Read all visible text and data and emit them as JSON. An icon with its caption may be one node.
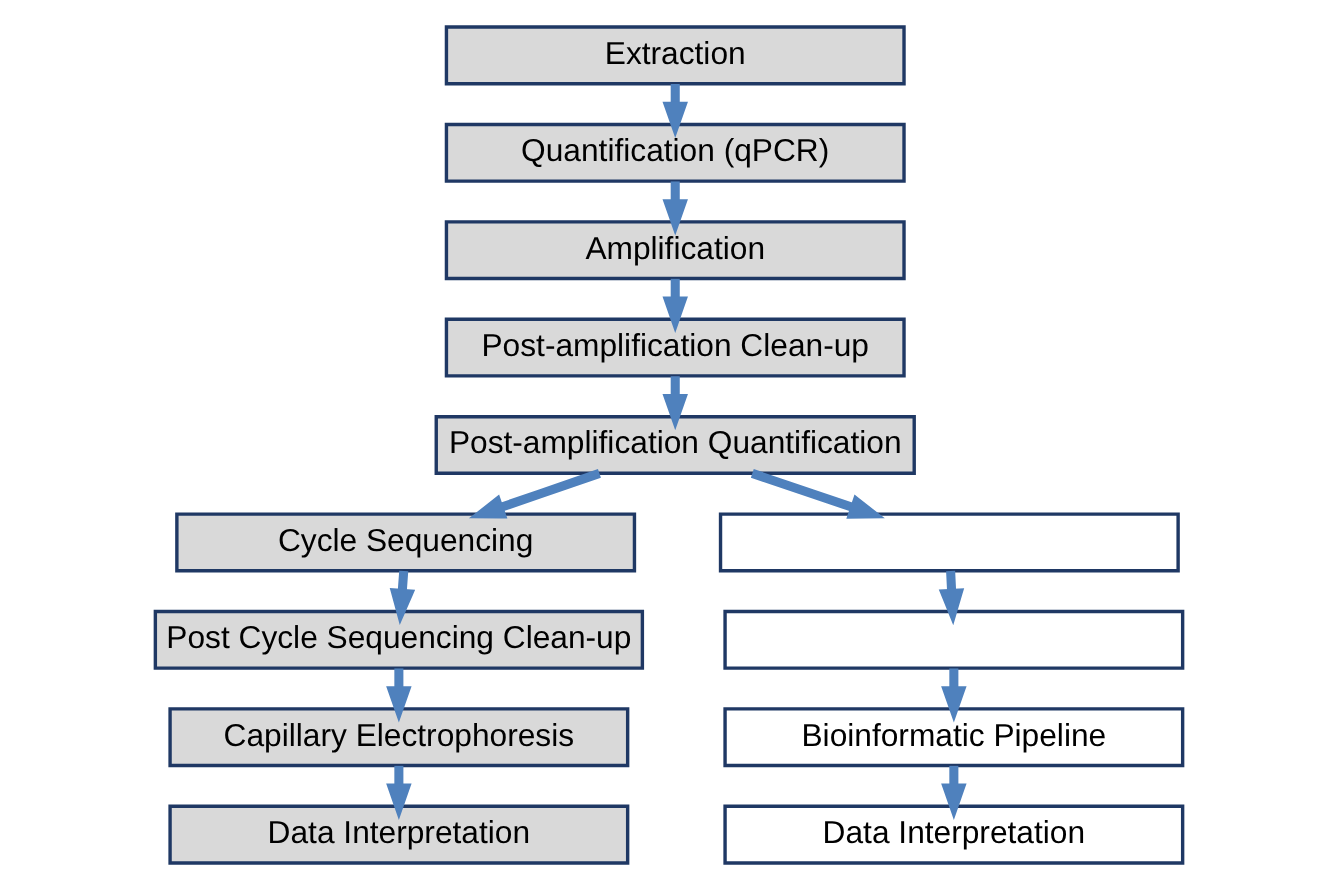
{
  "diagram": {
    "nodes": [
      {
        "text": [
          "Extraction"
        ]
      },
      {
        "text": [
          "Quantification (qPCR)"
        ]
      },
      {
        "text": [
          "Amplification"
        ]
      },
      {
        "text": [
          "Post-amplification Clean-up"
        ]
      },
      {
        "text": [
          "Post-amplification Quantification"
        ]
      },
      {
        "text": [
          "Cycle Sequencing"
        ]
      },
      {
        "text": [
          "Post Cycle Sequencing Clean-up"
        ]
      },
      {
        "text": [
          "Capillary Electrophoresis"
        ]
      },
      {
        "text": [
          "Data Interpretation"
        ]
      },
      {
        "text": [],
        "shape": "box"
      },
      {
        "text": [],
        "shape": "box"
      },
      {
        "text": [
          "Bioinformatic Pipeline"
        ]
      },
      {
        "text": [
          "Data Interpretation"
        ]
      }
    ],
    "edges": [
      {
        "from": 0,
        "to": 1,
        "arrow": "to"
      },
      {
        "from": 1,
        "to": 2,
        "arrow": "to"
      },
      {
        "from": 2,
        "to": 3,
        "arrow": "to"
      },
      {
        "from": 3,
        "to": 4,
        "arrow": "to"
      },
      {
        "from": 4,
        "to": 5,
        "arrow": "to"
      },
      {
        "from": 4,
        "to": 9,
        "arrow": "to"
      },
      {
        "from": 5,
        "to": 6,
        "arrow": "to"
      },
      {
        "from": 6,
        "to": 7,
        "arrow": "to"
      },
      {
        "from": 7,
        "to": 8,
        "arrow": "to"
      },
      {
        "from": 9,
        "to": 10,
        "arrow": "to"
      },
      {
        "from": 10,
        "to": 11,
        "arrow": "to"
      },
      {
        "from": 11,
        "to": 12,
        "arrow": "to"
      }
    ]
  }
}
